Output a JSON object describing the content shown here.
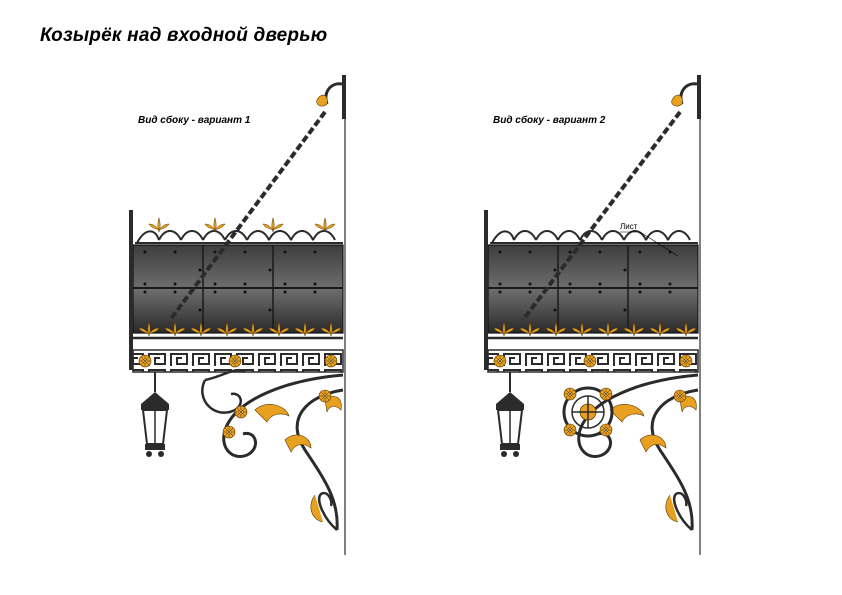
{
  "title": "Козырёк над входной дверью",
  "views": [
    {
      "label": "Вид сбоку - вариант 1"
    },
    {
      "label": "Вид сбоку - вариант 2",
      "callout": "Лист"
    }
  ],
  "colors": {
    "iron": "#2b2b2b",
    "sheet": "#5a5a5a",
    "gold": "#e8a020",
    "wall": "#000000"
  }
}
